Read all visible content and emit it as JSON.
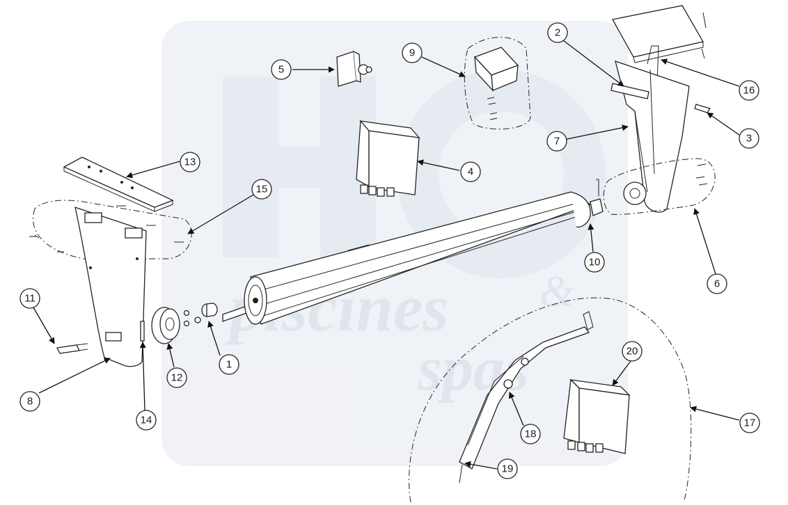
{
  "callouts": [
    {
      "label": "1"
    },
    {
      "label": "2"
    },
    {
      "label": "3"
    },
    {
      "label": "4"
    },
    {
      "label": "5"
    },
    {
      "label": "6"
    },
    {
      "label": "7"
    },
    {
      "label": "8"
    },
    {
      "label": "9"
    },
    {
      "label": "10"
    },
    {
      "label": "11"
    },
    {
      "label": "12"
    },
    {
      "label": "13"
    },
    {
      "label": "14"
    },
    {
      "label": "15"
    },
    {
      "label": "16"
    },
    {
      "label": "17"
    },
    {
      "label": "18"
    },
    {
      "label": "19"
    },
    {
      "label": "20"
    }
  ],
  "watermark": {
    "text_main": "piscines",
    "text_amp": "&",
    "text_sub": "spas",
    "color": "#dde3ec"
  },
  "colors": {
    "line": "#222222",
    "background": "#ffffff"
  }
}
